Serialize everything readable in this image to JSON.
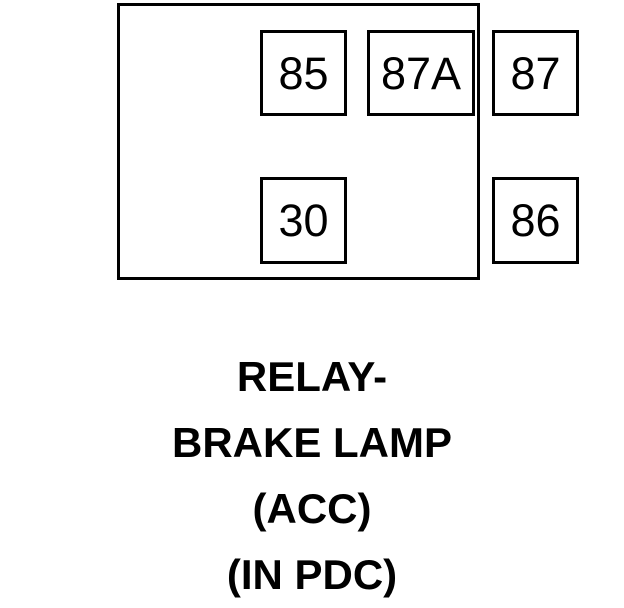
{
  "diagram": {
    "type": "relay-pinout",
    "background_color": "#ffffff",
    "line_color": "#000000",
    "body": {
      "name": "relay-body-outline"
    },
    "pins": [
      {
        "id": "pin-85",
        "label": "85",
        "row": "top",
        "position": "left"
      },
      {
        "id": "pin-87a",
        "label": "87A",
        "row": "top",
        "position": "center"
      },
      {
        "id": "pin-87",
        "label": "87",
        "row": "top",
        "position": "right"
      },
      {
        "id": "pin-30",
        "label": "30",
        "row": "bottom",
        "position": "left"
      },
      {
        "id": "pin-86",
        "label": "86",
        "row": "bottom",
        "position": "right"
      }
    ]
  },
  "caption": {
    "lines": [
      "RELAY-",
      "BRAKE LAMP",
      "(ACC)",
      "(IN PDC)"
    ]
  }
}
